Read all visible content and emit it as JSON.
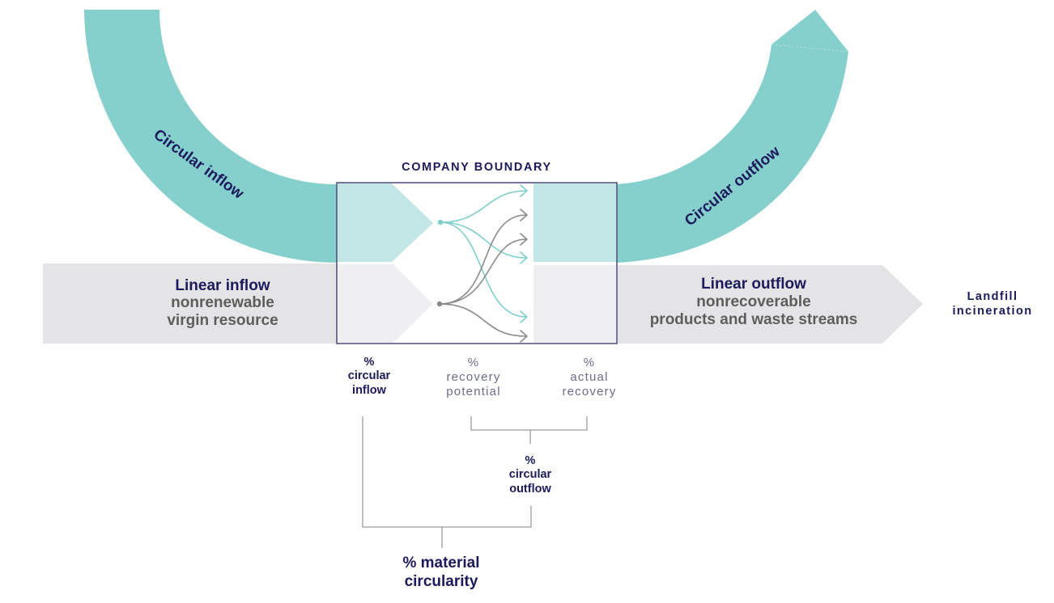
{
  "diagram": {
    "company_boundary_title": "COMPANY BOUNDARY",
    "circular_inflow_label": "Circular inflow",
    "circular_outflow_label": "Circular outflow",
    "linear_inflow": {
      "title": "Linear inflow",
      "line2": "nonrenewable",
      "line3": "virgin resource"
    },
    "linear_outflow": {
      "title": "Linear outflow",
      "line2": "nonrecoverable",
      "line3": "products and waste streams"
    },
    "destination": {
      "line1": "Landfill",
      "line2": "incineration"
    },
    "metrics": {
      "circular_inflow": [
        "%",
        "circular",
        "inflow"
      ],
      "recovery_potential": [
        "%",
        "recovery",
        "potential"
      ],
      "actual_recovery": [
        "%",
        "actual",
        "recovery"
      ],
      "circular_outflow": [
        "%",
        "circular",
        "outflow"
      ],
      "material_circularity": [
        "% material",
        "circularity"
      ]
    },
    "colors": {
      "circular_teal": "#85d0cd",
      "circular_teal_light": "#c1e6e5",
      "linear_gray": "#e4e4e6",
      "linear_gray_light": "#efeff1",
      "navy": "#1b1a5c",
      "arrow_teal": "#7fcfcb",
      "arrow_gray": "#8a8a8a",
      "bracket_gray": "#9a9a9a"
    }
  }
}
